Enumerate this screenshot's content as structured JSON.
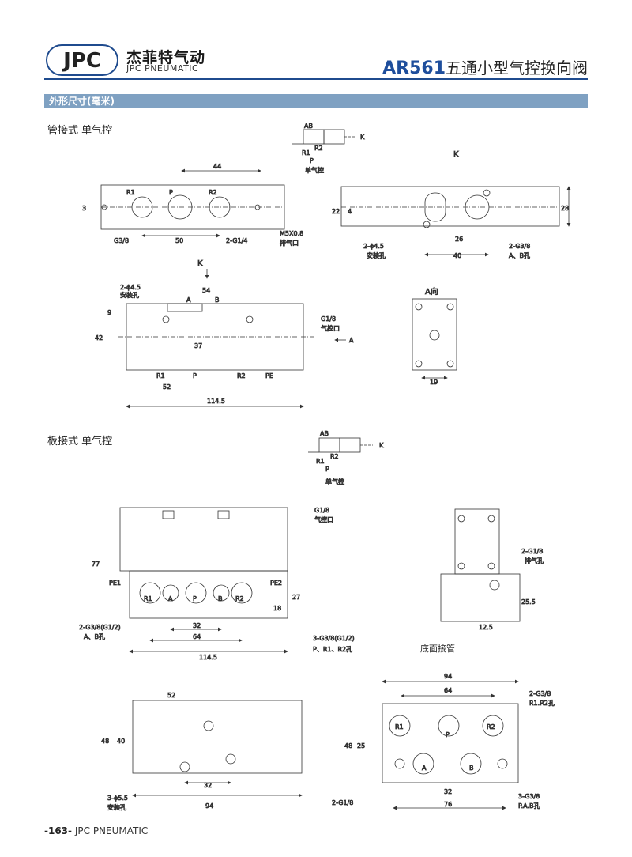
{
  "header": {
    "brand_cn": "杰菲特气动",
    "brand_en": "JPC PNEUMATIC",
    "logo_text": "JPC",
    "title_model": "AR561",
    "title_cn": "五通小型气控换向阀"
  },
  "section": {
    "title": "外形尺寸(毫米)"
  },
  "views": {
    "pipe": {
      "caption": "管接式 单气控",
      "symbol": {
        "ab": "AB",
        "r2": "R2",
        "r1": "R1",
        "p": "P",
        "k": "K",
        "note": "单气控"
      },
      "top_view": {
        "d44": "44",
        "d3": "3",
        "d50": "50",
        "r1": "R1",
        "p": "P",
        "r2": "R2",
        "g38": "G3/8",
        "g14": "2-G1/4",
        "m5": "M5X0.8",
        "exhaust": "排气口"
      },
      "side_view": {
        "k": "K",
        "d22": "22",
        "d4": "4",
        "d28": "28",
        "d26": "26",
        "d40": "40",
        "hole": "2-ϕ4.5",
        "hole_note": "安装孔",
        "g38": "2-G3/8",
        "ab_hole": "A、B孔"
      },
      "front_view": {
        "k": "K",
        "hole": "2-ϕ4.5",
        "hole_note": "安装孔",
        "d54": "54",
        "a": "A",
        "b": "B",
        "d9": "9",
        "d42": "42",
        "d37": "37",
        "g18": "G1/8",
        "pilot": "气控口",
        "arrow_a": "A",
        "r1": "R1",
        "p": "P",
        "r2": "R2",
        "pe": "PE",
        "d52": "52",
        "d1145": "114.5"
      },
      "a_view": {
        "title": "A向",
        "d19": "19"
      }
    },
    "plate": {
      "caption": "板接式 单气控",
      "symbol": {
        "ab": "AB",
        "r2": "R2",
        "r1": "R1",
        "p": "P",
        "k": "K",
        "note": "单气控"
      },
      "front_view": {
        "g18": "G1/8",
        "pilot": "气控口",
        "d77": "77",
        "pe1": "PE1",
        "pe2": "PE2",
        "r1": "R1",
        "a": "A",
        "p": "P",
        "b": "B",
        "r2": "R2",
        "d27": "27",
        "d18": "18",
        "d32": "32",
        "d64": "64",
        "d1145": "114.5",
        "g38_ab": "2-G3/8(G1/2)",
        "ab_hole": "A、B孔",
        "g38_pr": "3-G3/8(G1/2)",
        "pr_hole": "P、R1、R2孔"
      },
      "side_view": {
        "g18": "2-G1/8",
        "exhaust_hole": "排气孔",
        "d255": "25.5",
        "d125": "12.5"
      },
      "bottom_caption": "底面接管",
      "top_view": {
        "d52": "52",
        "d48": "48",
        "d40": "40",
        "d32": "32",
        "d94": "94",
        "hole": "3-ϕ5.5",
        "hole_note": "安装孔"
      },
      "base_view": {
        "d94": "94",
        "d64": "64",
        "g38": "2-G3/8",
        "r_hole": "R1.R2孔",
        "r1": "R1",
        "r2": "R2",
        "p": "P",
        "a": "A",
        "b": "B",
        "d48": "48",
        "d25": "25",
        "d32": "32",
        "d76": "76",
        "g18": "2-G1/8",
        "g38_pab": "3-G3/8",
        "pab_hole": "P.A.B孔"
      }
    }
  },
  "footer": {
    "page": "-163-",
    "brand": "JPC PNEUMATIC"
  },
  "colors": {
    "brand_blue": "#1f4b8e",
    "section_bar": "#7fa1c2",
    "line": "#333333"
  }
}
